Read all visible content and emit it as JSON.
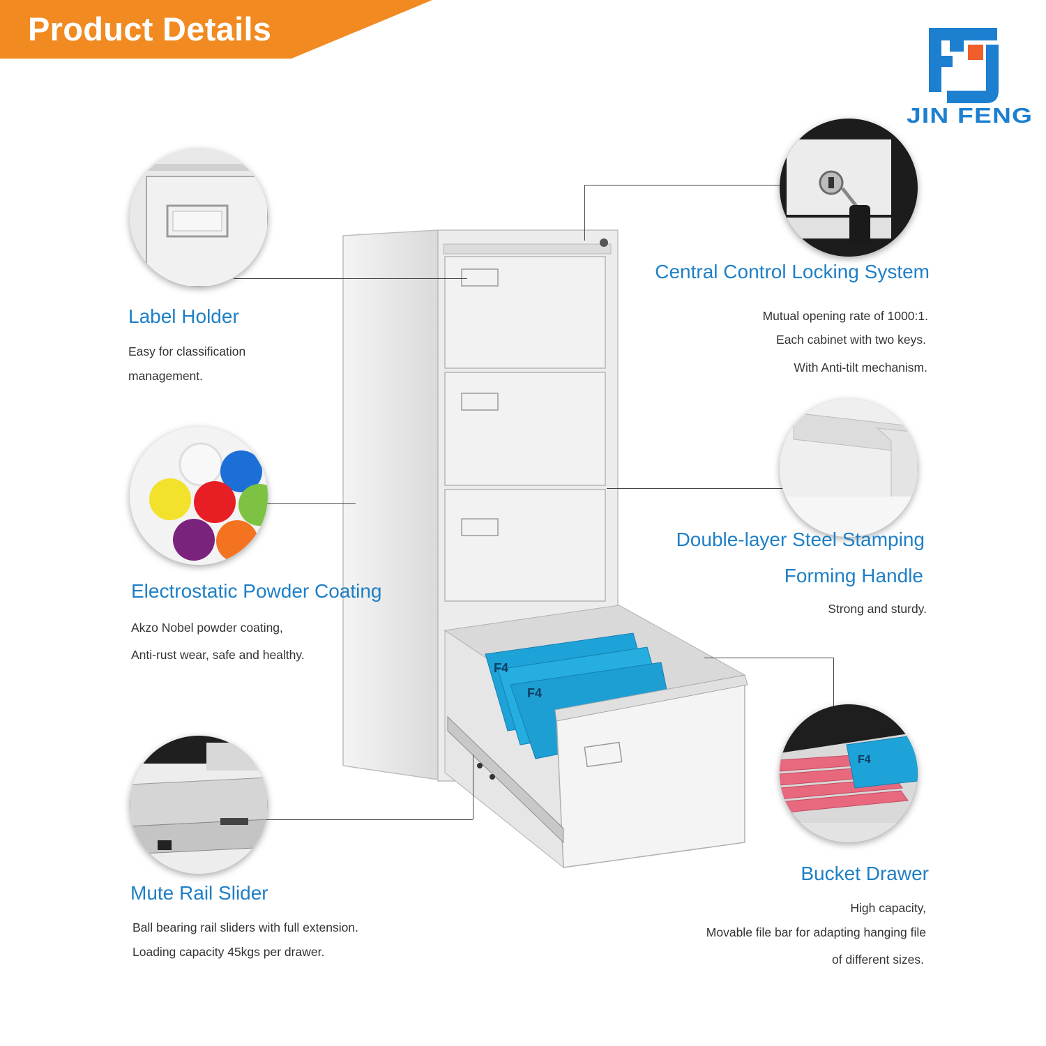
{
  "banner": {
    "title": "Product Details",
    "color": "#f28a22"
  },
  "brand": {
    "logo_text": "JIN FENG",
    "color": "#1d7fd0"
  },
  "colors": {
    "title_blue": "#1e7fc6",
    "folder_blue": "#1ea3d8",
    "folder_pink": "#e8687e"
  },
  "features": {
    "label_holder": {
      "title": "Label Holder",
      "lines": [
        "Easy for classification",
        "management."
      ]
    },
    "powder_coating": {
      "title": "Electrostatic Powder Coating",
      "lines": [
        "Akzo Nobel powder coating,",
        "Anti-rust wear, safe and healthy."
      ]
    },
    "rail_slider": {
      "title": "Mute Rail Slider",
      "lines": [
        "Ball bearing rail sliders with full extension.",
        "Loading capacity 45kgs per drawer."
      ]
    },
    "locking": {
      "title": "Central Control Locking System",
      "lines": [
        "Mutual opening rate of 1000:1.",
        "Each cabinet with two keys.",
        "With Anti-tilt mechanism."
      ]
    },
    "handle": {
      "title_line1": "Double-layer Steel Stamping",
      "title_line2": "Forming Handle",
      "lines": [
        "Strong and sturdy."
      ]
    },
    "bucket": {
      "title": "Bucket Drawer",
      "lines": [
        "High capacity,",
        "Movable file bar for adapting hanging file",
        "of different sizes."
      ]
    }
  },
  "images": {
    "folder_label": "F4",
    "icons": [
      "label-holder-closeup",
      "powder-coating-closeup",
      "rail-slider-closeup",
      "lock-key-closeup",
      "handle-closeup",
      "bucket-drawer-closeup",
      "filing-cabinet"
    ]
  }
}
